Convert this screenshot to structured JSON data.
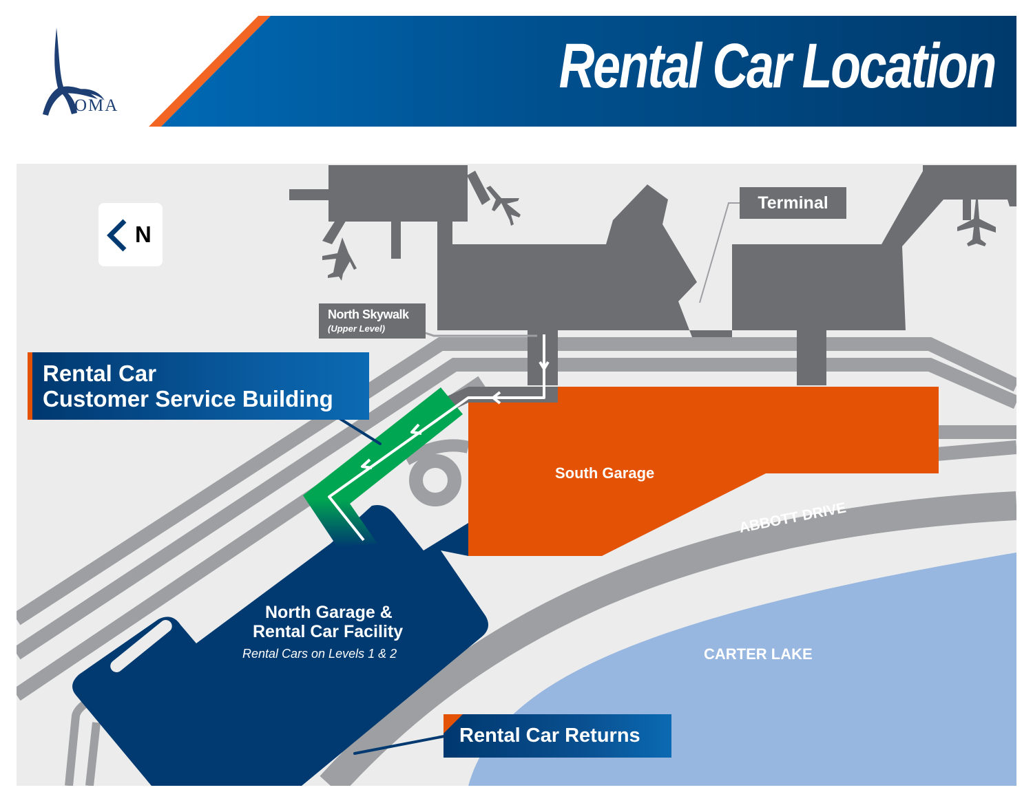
{
  "header": {
    "logo_text": "OMA",
    "title": "Rental Car Location",
    "colors": {
      "banner_start": "#0069b4",
      "banner_end": "#003a6c",
      "accent_stripe": "#f26522",
      "logo": "#1d3f73"
    }
  },
  "map": {
    "compass": {
      "arrow_icon": "chevron-left-icon",
      "direction": "N"
    },
    "labels": {
      "terminal": "Terminal",
      "north_skywalk": "North Skywalk",
      "north_skywalk_sub": "(Upper Level)",
      "csb_line1": "Rental Car",
      "csb_line2": "Customer Service Building",
      "south_garage": "South Garage",
      "north_garage_line1": "North Garage &",
      "north_garage_line2": "Rental Car Facility",
      "north_garage_sub": "Rental Cars on Levels 1 & 2",
      "abbott_drive": "ABBOTT DRIVE",
      "carter_lake": "CARTER LAKE",
      "rental_car_returns": "Rental Car Returns"
    },
    "icons": [
      "airplane-icon",
      "airplane-icon",
      "airplane-icon",
      "walking-path-arrow-icon"
    ],
    "colors": {
      "background": "#ececec",
      "terminal": "#6d6e72",
      "roads": "#9d9fa2",
      "south_garage": "#e35205",
      "north_garage": "#003a70",
      "csb": "#00a651",
      "lake": "#97b7e0",
      "accent": "#e35205"
    }
  }
}
